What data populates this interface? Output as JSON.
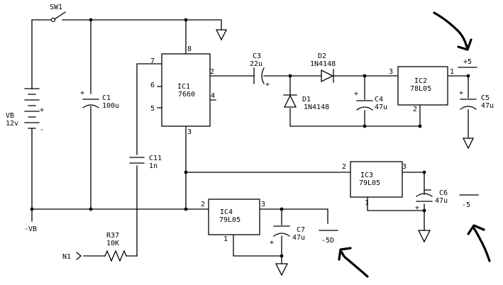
{
  "switch": {
    "ref": "SW1"
  },
  "battery": {
    "ref": "VB",
    "value": "12v"
  },
  "ground_label": "-VB",
  "caps": {
    "c1": {
      "ref": "C1",
      "value": "100u"
    },
    "c3": {
      "ref": "C3",
      "value": "22u"
    },
    "c4": {
      "ref": "C4",
      "value": "47u"
    },
    "c5": {
      "ref": "C5",
      "value": "47u"
    },
    "c6": {
      "ref": "C6",
      "value": "47u"
    },
    "c7": {
      "ref": "C7",
      "value": "47u"
    },
    "c11": {
      "ref": "C11",
      "value": "1n"
    }
  },
  "diodes": {
    "d1": {
      "ref": "D1",
      "value": "1N4148"
    },
    "d2": {
      "ref": "D2",
      "value": "1N4148"
    }
  },
  "resistor": {
    "ref": "R37",
    "value": "10K"
  },
  "input": {
    "label": "N1"
  },
  "ics": {
    "ic1": {
      "ref": "IC1",
      "part": "7660",
      "pins": [
        "8",
        "7",
        "6",
        "5",
        "2",
        "4",
        "3"
      ]
    },
    "ic2": {
      "ref": "IC2",
      "part": "78L05",
      "pins": [
        "3",
        "1",
        "2"
      ]
    },
    "ic3": {
      "ref": "IC3",
      "part": "79L05",
      "pins": [
        "2",
        "3",
        "1"
      ]
    },
    "ic4": {
      "ref": "IC4",
      "part": "79L05",
      "pins": [
        "2",
        "3",
        "1"
      ]
    }
  },
  "outputs": {
    "plus5": "+5",
    "minus5": "-5",
    "minus5d": "-5D"
  },
  "polarity": {
    "plus": "+",
    "minus": "-"
  }
}
